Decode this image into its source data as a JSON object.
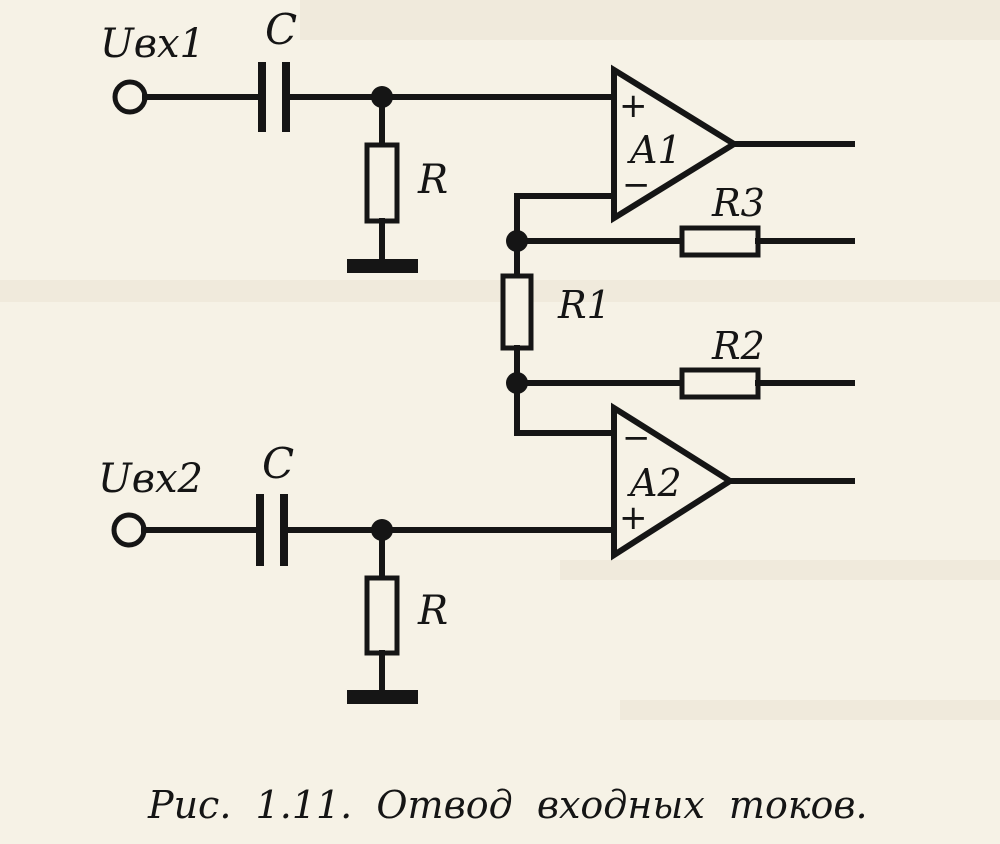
{
  "labels": {
    "u_in1": "Uвх1",
    "u_in2": "Uвх2",
    "c_top": "C",
    "c_bottom": "C",
    "r_top": "R",
    "r_bottom": "R",
    "r1": "R1",
    "r2": "R2",
    "r3": "R3",
    "a1": "A1",
    "a2": "A2",
    "a1_plus": "+",
    "a1_minus": "−",
    "a2_plus": "+",
    "a2_minus": "−"
  },
  "caption": "Рис.  1.11.  Отвод  входных  токов.",
  "colors": {
    "ink": "#151515",
    "paper": "#f6f2e6"
  }
}
